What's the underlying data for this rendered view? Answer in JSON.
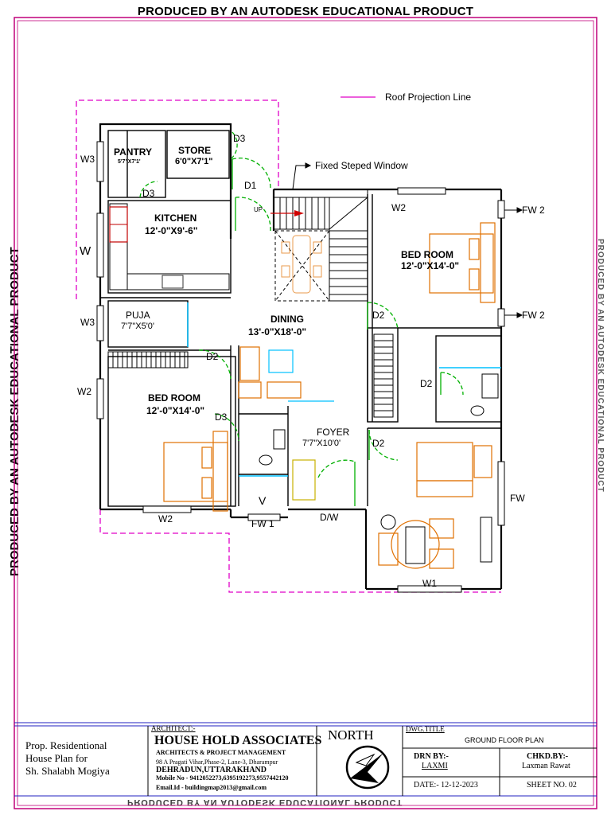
{
  "watermark": {
    "text": "PRODUCED BY AN AUTODESK EDUCATIONAL PRODUCT"
  },
  "legend": {
    "roof_projection_label": "Roof Projection Line",
    "fixed_window_label": "Fixed Steped Window"
  },
  "rooms": {
    "pantry_name": "PANTRY",
    "pantry_size": "5'7\"X7'1'",
    "store_name": "STORE",
    "store_size": "6'0\"X7'1\"",
    "kitchen_name": "KITCHEN",
    "kitchen_size": "12'-0\"X9'-6\"",
    "puja_name": "PUJA",
    "puja_size": "7'7\"X5'0'",
    "dining_name": "DINING",
    "dining_size": "13'-0\"X18'-0\"",
    "bed1_name": "BED ROOM",
    "bed1_size": "12'-0\"X14'-0\"",
    "bed2_name": "BED ROOM",
    "bed2_size": "12'-0\"X14'-0\"",
    "foyer_name": "FOYER",
    "foyer_size": "7'7\"X10'0'"
  },
  "openings": {
    "d1": "D1",
    "d2": "D2",
    "d3": "D3",
    "w": "W",
    "w1": "W1",
    "w2": "W2",
    "w3": "W3",
    "fw": "FW",
    "fw1": "FW 1",
    "fw2": "FW 2",
    "dw": "D/W",
    "v": "V",
    "up": "UP"
  },
  "title_block": {
    "project_line1": "Prop. Residentional",
    "project_line2": "House Plan for",
    "project_line3": "Sh. Shalabh Mogiya",
    "architect_label": "ARCHITECT:-",
    "firm_name": "HOUSE HOLD ASSOCIATES",
    "firm_tagline": "ARCHITECTS & PROJECT MANAGEMENT",
    "address1": "98 A Pragati Vihar,Phase-2, Lane-3, Dharampur",
    "address2": "DEHRADUN,UTTARAKHAND",
    "mobile": "Mobile No - 9412052273,6395192273,9557442120",
    "email": "Email.Id - buildingmap2013@gmail.com",
    "north_label": "NORTH",
    "dwg_title_label": "DWG.TITLE",
    "dwg_title": "GROUND FLOOR PLAN",
    "drn_label": "DRN BY:-",
    "drn_value": "LAXMI",
    "chkd_label": "CHKD.BY:-",
    "chkd_value": "Laxman Rawat",
    "date": "DATE:- 12-12-2023",
    "sheet": "SHEET NO. 02"
  },
  "colors": {
    "border": "#c0007a",
    "roof_line": "#e000c8",
    "door_arc": "#00b000",
    "window": "#00c0ff",
    "furniture": "#e07000",
    "title_rule": "#2020c0",
    "stair_arrow": "#d00000"
  }
}
